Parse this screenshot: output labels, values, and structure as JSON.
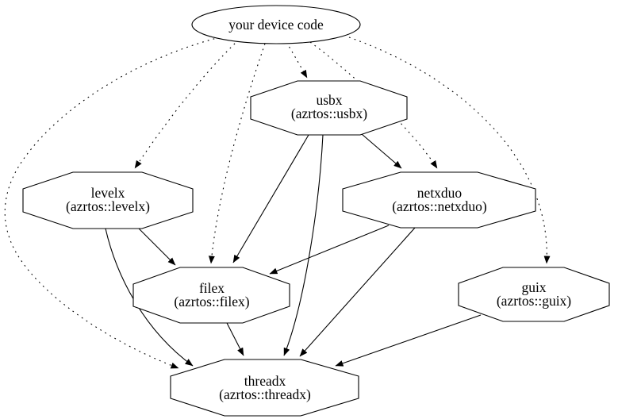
{
  "diagram": {
    "type": "dependency-graph",
    "background_color": "#ffffff",
    "stroke_color": "#000000",
    "nodes": {
      "device": {
        "id": "device",
        "label": "your device code",
        "shape": "ellipse"
      },
      "usbx": {
        "id": "usbx",
        "label": "usbx",
        "sublabel": "(azrtos::usbx)",
        "shape": "octagon"
      },
      "levelx": {
        "id": "levelx",
        "label": "levelx",
        "sublabel": "(azrtos::levelx)",
        "shape": "octagon"
      },
      "netxduo": {
        "id": "netxduo",
        "label": "netxduo",
        "sublabel": "(azrtos::netxduo)",
        "shape": "octagon"
      },
      "filex": {
        "id": "filex",
        "label": "filex",
        "sublabel": "(azrtos::filex)",
        "shape": "octagon"
      },
      "guix": {
        "id": "guix",
        "label": "guix",
        "sublabel": "(azrtos::guix)",
        "shape": "octagon"
      },
      "threadx": {
        "id": "threadx",
        "label": "threadx",
        "sublabel": "(azrtos::threadx)",
        "shape": "octagon"
      }
    },
    "edges": [
      {
        "from": "device",
        "to": "usbx",
        "style": "dotted"
      },
      {
        "from": "device",
        "to": "levelx",
        "style": "dotted"
      },
      {
        "from": "device",
        "to": "netxduo",
        "style": "dotted"
      },
      {
        "from": "device",
        "to": "filex",
        "style": "dotted"
      },
      {
        "from": "device",
        "to": "guix",
        "style": "dotted"
      },
      {
        "from": "device",
        "to": "threadx",
        "style": "dotted"
      },
      {
        "from": "usbx",
        "to": "netxduo",
        "style": "solid"
      },
      {
        "from": "usbx",
        "to": "filex",
        "style": "solid"
      },
      {
        "from": "usbx",
        "to": "threadx",
        "style": "solid"
      },
      {
        "from": "levelx",
        "to": "filex",
        "style": "solid"
      },
      {
        "from": "levelx",
        "to": "threadx",
        "style": "solid"
      },
      {
        "from": "netxduo",
        "to": "filex",
        "style": "solid"
      },
      {
        "from": "netxduo",
        "to": "threadx",
        "style": "solid"
      },
      {
        "from": "filex",
        "to": "threadx",
        "style": "solid"
      },
      {
        "from": "guix",
        "to": "threadx",
        "style": "solid"
      }
    ]
  }
}
